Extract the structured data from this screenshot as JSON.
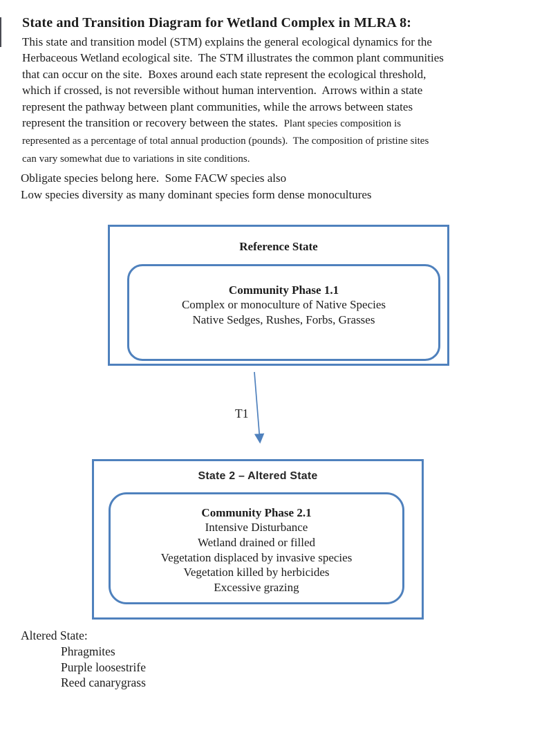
{
  "page": {
    "title": "State and Transition Diagram for Wetland Complex in MLRA 8:",
    "intro_lines": [
      {
        "segments": [
          {
            "text": "This state and transition model (STM) explains the general ecological dynamics for the",
            "small": false
          }
        ]
      },
      {
        "segments": [
          {
            "text": "Herbaceous Wetland ecological site.  The STM illustrates the common plant communities",
            "small": false
          }
        ]
      },
      {
        "segments": [
          {
            "text": "that can occur on the site.  Boxes around each state represent the ecological threshold,",
            "small": false
          }
        ]
      },
      {
        "segments": [
          {
            "text": "which if crossed, is not reversible without human intervention.  Arrows within a state",
            "small": false
          }
        ]
      },
      {
        "segments": [
          {
            "text": "represent the pathway between plant communities, while the arrows between states",
            "small": false
          }
        ]
      },
      {
        "segments": [
          {
            "text": "represent the transition or recovery between the states.  ",
            "small": false
          },
          {
            "text": "Plant species composition is",
            "small": true
          }
        ]
      },
      {
        "segments": [
          {
            "text": "represented as a percentage of total annual production (pounds).  The composition of pristine sites",
            "small": true
          }
        ]
      },
      {
        "segments": [
          {
            "text": "can vary somewhat due to variations in site conditions.",
            "small": true
          }
        ]
      }
    ],
    "notes": [
      "Obligate species belong here.  Some FACW species also",
      "Low species diversity as many dominant species form dense monocultures"
    ]
  },
  "diagram": {
    "reference_state": {
      "title": "Reference State",
      "phase": {
        "title": "Community Phase 1.1",
        "lines": [
          "Complex or monoculture of Native Species",
          "Native Sedges, Rushes, Forbs, Grasses"
        ]
      }
    },
    "transition": {
      "label": "T1"
    },
    "state2": {
      "title": "State 2 – Altered State",
      "phase": {
        "title": "Community Phase 2.1",
        "lines": [
          "Intensive Disturbance",
          "Wetland drained or filled",
          "Vegetation displaced by invasive species",
          "Vegetation killed by herbicides",
          "Excessive grazing"
        ]
      }
    }
  },
  "footer": {
    "heading": "Altered State:",
    "species": [
      "Phragmites",
      "Purple loosestrife",
      "Reed canarygrass"
    ]
  },
  "colors": {
    "box_border": "#4f81bd",
    "arrow": "#4f81bd",
    "text": "#1c1c1c"
  }
}
